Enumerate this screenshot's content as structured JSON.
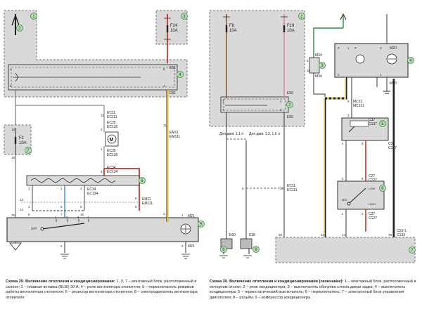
{
  "colors": {
    "block_fill": "#d9d9d9",
    "block_border": "#777777",
    "wire": "#333333",
    "wire_gray": "#8a8a8a",
    "wire_red": "#c0392b",
    "wire_pink": "#d98b9a",
    "wire_brown": "#8b5a2b",
    "wire_green": "#2e8b3a",
    "wire_blue": "#2b8fd1",
    "wire_yellow": "#e1b52a",
    "callout_fill": "#b9dcb8",
    "callout_stroke": "#3d8a3a"
  },
  "left_diagram": {
    "callouts": [
      "1",
      "2",
      "3",
      "4",
      "5",
      "6",
      "7"
    ],
    "fuses": [
      {
        "id": "F24",
        "rating": "10A"
      },
      {
        "id": "F1",
        "rating": "10A"
      }
    ],
    "connectors": [
      "E51",
      "E51",
      "EC11",
      "EC111",
      "EC35",
      "EC135",
      "EC35",
      "EC135",
      "EC34",
      "EC134",
      "EC34",
      "EC134",
      "EM11",
      "EM111",
      "EM11",
      "EM111",
      "M21",
      "M21"
    ],
    "pins": [
      "1",
      "2",
      "8",
      "4",
      "15",
      "10",
      "18",
      "2",
      "1",
      "4",
      "3",
      "1",
      "4",
      "13",
      "14",
      "2",
      "5",
      "7",
      "15",
      "8",
      "3",
      "6",
      "16",
      "11",
      "5",
      "9",
      "2",
      "1",
      "3"
    ],
    "switch_labels": [
      "OFF",
      "1",
      "2",
      "3",
      "4"
    ]
  },
  "right_diagram": {
    "callouts": [
      "1",
      "2",
      "3",
      "4",
      "5",
      "6",
      "7",
      "8",
      "9"
    ],
    "fuses": [
      {
        "id": "F8",
        "rating": "10A"
      },
      {
        "id": "F19",
        "rating": "10A"
      }
    ],
    "connectors": [
      "M20",
      "M20",
      "M34",
      "M34",
      "MC21",
      "MC121",
      "C37",
      "C137",
      "C37",
      "C137",
      "C27",
      "C127",
      "C27",
      "C127",
      "E50",
      "E50",
      "EC11",
      "EC111",
      "E60",
      "E28",
      "C53-1",
      "C133"
    ],
    "pins": [
      "2",
      "1",
      "3",
      "3",
      "2",
      "1",
      "5",
      "10",
      "3",
      "7",
      "4",
      "3",
      "6",
      "3",
      "4",
      "6",
      "5",
      "9",
      "1",
      "2",
      "6",
      "10",
      "88",
      "24",
      "14",
      "78"
    ],
    "engine_notes": [
      "Для двиг. 1,1 л",
      "Для двиг. 1,3, 1,6 л"
    ],
    "switch_labels": [
      "LOW",
      "MID",
      "HIGH"
    ]
  },
  "captions": {
    "left_title": "Схема 29. Включение отопления и кондиционирования:",
    "left_text": "1, 3, 7 – монтажный блок, расположенный в салоне; 2 – плавкая вставка (BLW) 30 А; 4 – реле вентилятора отопителя; 5 – переключатель режимов работы вентилятора отопителя; 6 – резистор вентилятора отопителя; 8 – электродвигатель вентилятора отопителя",
    "right_title": "Схема 30. Включение отопления и кондиционирования (окончание):",
    "right_text": "1 – монтажный блок, расположенный в моторном отсеке; 2 – реле кондиционера; 3 – выключатель обогрева стекла двери задка; 4 – выключатель кондиционера; 5 – термостатический выключатель; 6 – переключатель; 7 – электронный блок управления двигателем; 8 – разъём; 9 – компрессор кондиционера"
  }
}
